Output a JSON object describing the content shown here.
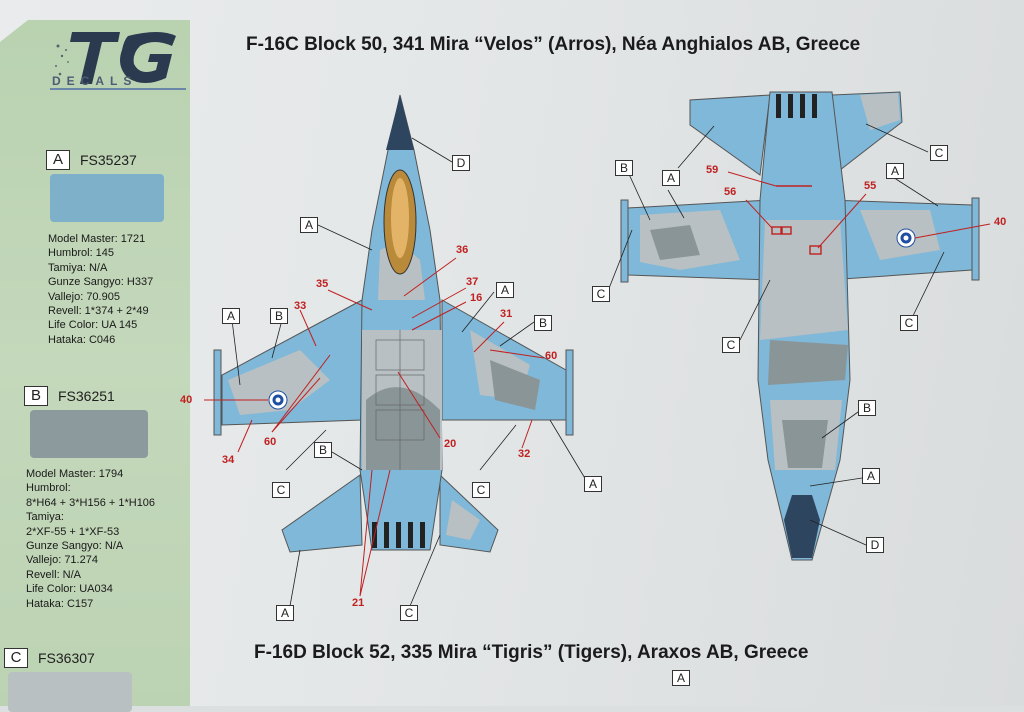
{
  "brand": {
    "logo_text": "TG",
    "sub_text": "DECALS"
  },
  "swatches": [
    {
      "letter": "A",
      "code": "FS35237",
      "color": "#7fb0c9",
      "paints": [
        "Model Master: 1721",
        "Humbrol: 145",
        "Tamiya: N/A",
        "Gunze Sangyo: H337",
        "Vallejo: 70.905",
        "Revell: 1*374 + 2*49",
        "Life Color: UA 145",
        "Hataka: C046"
      ]
    },
    {
      "letter": "B",
      "code": "FS36251",
      "color": "#8d9a9d",
      "paints": [
        "Model Master: 1794",
        "Humbrol:",
        "8*H64 + 3*H156 + 1*H106",
        "Tamiya:",
        "2*XF-55 + 1*XF-53",
        "Gunze Sangyo: N/A",
        "Vallejo: 71.274",
        "Revell: N/A",
        "Life Color: UA034",
        "Hataka: C157"
      ]
    },
    {
      "letter": "C",
      "code": "FS36307",
      "color": "#b9c0c2",
      "paints": []
    }
  ],
  "titles": {
    "top": "F-16C Block 50, 341 Mira “Velos” (Arros), Néa Anghialos AB, Greece",
    "bottom": "F-16D Block 52, 335 Mira “Tigris” (Tigers), Araxos AB, Greece"
  },
  "labels": {
    "a": "A",
    "b": "B",
    "c": "C",
    "d": "D"
  },
  "numbers": {
    "n16": "16",
    "n20": "20",
    "n21": "21",
    "n31": "31",
    "n32": "32",
    "n33": "33",
    "n34": "34",
    "n35": "35",
    "n36": "36",
    "n37": "37",
    "n40": "40",
    "n55": "55",
    "n56": "56",
    "n59": "59",
    "n60": "60"
  },
  "colors": {
    "sky": "#7fb8d8",
    "grey_light": "#b8c0c3",
    "grey_dark": "#8a9597",
    "radome": "#2e4560",
    "marking": "#c02020"
  }
}
